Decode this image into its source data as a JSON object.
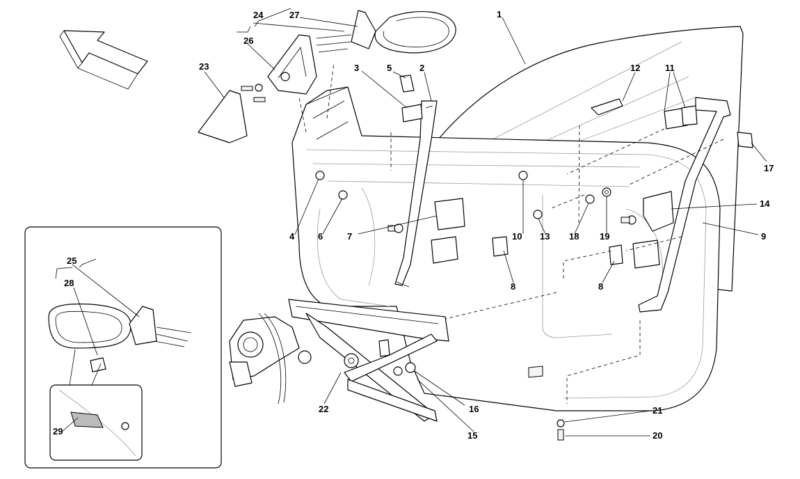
{
  "diagram": {
    "callouts": [
      {
        "id": "c1",
        "label": "1"
      },
      {
        "id": "c2",
        "label": "2"
      },
      {
        "id": "c3",
        "label": "3"
      },
      {
        "id": "c4",
        "label": "4"
      },
      {
        "id": "c5",
        "label": "5"
      },
      {
        "id": "c6",
        "label": "6"
      },
      {
        "id": "c7",
        "label": "7"
      },
      {
        "id": "c8a",
        "label": "8"
      },
      {
        "id": "c8b",
        "label": "8"
      },
      {
        "id": "c9",
        "label": "9"
      },
      {
        "id": "c10",
        "label": "10"
      },
      {
        "id": "c11",
        "label": "11"
      },
      {
        "id": "c12",
        "label": "12"
      },
      {
        "id": "c13",
        "label": "13"
      },
      {
        "id": "c14",
        "label": "14"
      },
      {
        "id": "c15",
        "label": "15"
      },
      {
        "id": "c16",
        "label": "16"
      },
      {
        "id": "c17",
        "label": "17"
      },
      {
        "id": "c18",
        "label": "18"
      },
      {
        "id": "c19",
        "label": "19"
      },
      {
        "id": "c20",
        "label": "20"
      },
      {
        "id": "c21",
        "label": "21"
      },
      {
        "id": "c22",
        "label": "22"
      },
      {
        "id": "c23",
        "label": "23"
      },
      {
        "id": "c24",
        "label": "24"
      },
      {
        "id": "c25",
        "label": "25"
      },
      {
        "id": "c26",
        "label": "26"
      },
      {
        "id": "c27",
        "label": "27"
      },
      {
        "id": "c28",
        "label": "28"
      },
      {
        "id": "c29",
        "label": "29"
      }
    ]
  }
}
